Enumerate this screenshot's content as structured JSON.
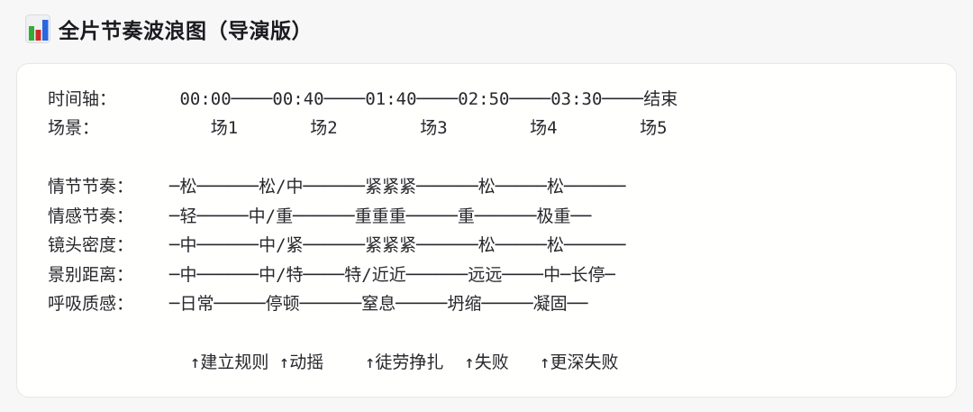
{
  "header": {
    "title": "全片节奏波浪图（导演版）",
    "icon": "bar-chart"
  },
  "colors": {
    "page_bg": "#f7f7f8",
    "card_bg": "#fffffe",
    "card_border": "#e7e7ea",
    "text": "#27272c",
    "title_text": "#1b1b1f",
    "icon_bg": "#eef0f2",
    "icon_green": "#2fae33",
    "icon_red": "#d02b27",
    "icon_blue": "#2a66dd"
  },
  "chart_rows": [
    {
      "label": "时间轴：",
      "content": " 00:00────00:40────01:40────02:50────03:30────结束"
    },
    {
      "label": "场景：",
      "content": "    场1       场2        场3        场4        场5"
    },
    {
      "label": "",
      "content": ""
    },
    {
      "label": "情节节奏：",
      "content": "─松──────松/中──────紧紧紧──────松─────松──────"
    },
    {
      "label": "情感节奏：",
      "content": "─轻─────中/重──────重重重─────重──────极重──"
    },
    {
      "label": "镜头密度：",
      "content": "─中──────中/紧──────紧紧紧──────松─────松──────"
    },
    {
      "label": "景别距离：",
      "content": "─中──────中/特────特/近近──────远远────中─长停─"
    },
    {
      "label": "呼吸质感：",
      "content": "─日常─────停顿──────窒息─────坍缩─────凝固──"
    },
    {
      "label": "",
      "content": ""
    },
    {
      "label": "",
      "content": "  ↑建立规则 ↑动摇    ↑徒劳挣扎  ↑失败   ↑更深失败"
    }
  ],
  "chart_data": {
    "type": "table",
    "title": "全片节奏波浪图（导演版）",
    "x_axis_label": "时间轴",
    "timeline_ticks": [
      "00:00",
      "00:40",
      "01:40",
      "02:50",
      "03:30",
      "结束"
    ],
    "scene_row_label": "场景",
    "scenes": [
      "场1",
      "场2",
      "场3",
      "场4",
      "场5"
    ],
    "series": [
      {
        "name": "情节节奏",
        "values": [
          "松",
          "松/中",
          "紧紧紧",
          "松",
          "松"
        ]
      },
      {
        "name": "情感节奏",
        "values": [
          "轻",
          "中/重",
          "重重重",
          "重",
          "极重"
        ]
      },
      {
        "name": "镜头密度",
        "values": [
          "中",
          "中/紧",
          "紧紧紧",
          "松",
          "松"
        ]
      },
      {
        "name": "景别距离",
        "values": [
          "中",
          "中/特",
          "特/近近",
          "远远",
          "中─长停"
        ]
      },
      {
        "name": "呼吸质感",
        "values": [
          "日常",
          "停顿",
          "窒息",
          "坍缩",
          "凝固"
        ]
      }
    ],
    "annotations": [
      "↑建立规则",
      "↑动摇",
      "↑徒劳挣扎",
      "↑失败",
      "↑更深失败"
    ],
    "layout": "text-wave-chart, grid off, legend none"
  }
}
